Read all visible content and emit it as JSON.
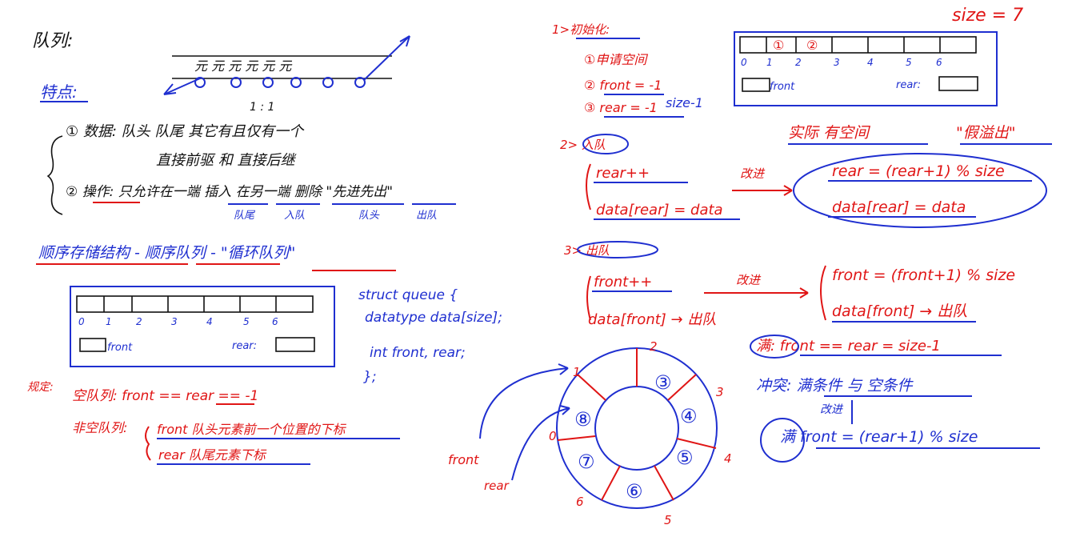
{
  "colors": {
    "blue": "#1f2fd0",
    "red": "#e01515",
    "black": "#111111"
  },
  "left": {
    "title": "队列:",
    "feature_label": "特点:",
    "ratio": "1 : 1",
    "data_item": "① 数据: 队头 队尾 其它有且仅有一个",
    "data_item2": "直接前驱 和 直接后继",
    "op_item": "② 操作: 只允许在一端 插入 在另一端 删除 \"先进先出\"",
    "op_sub1": "队尾",
    "op_sub2": "入队",
    "op_sub3": "队头",
    "op_sub4": "出队",
    "sequence_title": "顺序存储结构 - 顺序队列 - \"循环队列\"",
    "struct_lines": [
      "struct queue {",
      "datatype data[size];",
      "int front, rear;",
      "};"
    ],
    "array_indices": [
      "0",
      "1",
      "2",
      "3",
      "4",
      "5",
      "6"
    ],
    "front_label": "front",
    "rear_label": "rear:",
    "rule_title": "规定:",
    "empty_rule": "空队列: front == rear == -1",
    "nonempty_rule": "非空队列:",
    "nonempty_front": "front 队头元素前一个位置的下标",
    "nonempty_rear": "rear 队尾元素下标"
  },
  "top_right": {
    "size_label": "size = 7",
    "init_title": "1>初始化:",
    "init_steps": [
      "①申请空间",
      "② front = -1",
      "③ rear = -1"
    ],
    "array_indices": [
      "0",
      "1",
      "2",
      "3",
      "4",
      "5",
      "6"
    ],
    "cells": [
      "①",
      "②"
    ],
    "front_label": "front",
    "rear_label": "rear:",
    "size_minus": "size-1",
    "enqueue_title": "2> 入队",
    "enqueue_steps": [
      "rear++",
      "data[rear] = data"
    ],
    "improve_label": "改进",
    "enqueue_improved": [
      "rear = (rear+1) % size",
      "data[rear] = data"
    ],
    "fake_overflow_a": "实际 有空间",
    "fake_overflow_b": "\"假溢出\"",
    "dequeue_title": "3> 出队",
    "dequeue_steps": [
      "front++",
      "data[front] → 出队"
    ],
    "dequeue_improved": [
      "front = (front+1) % size",
      "data[front] → 出队"
    ],
    "full_cond": "满: front == rear = size-1",
    "conflict": "冲突: 满条件 与 空条件",
    "conflict_sub": "改进",
    "full_new": "满 front = (rear+1) % size"
  },
  "ring": {
    "outer_labels": [
      "0",
      "1",
      "2",
      "3",
      "4",
      "5",
      "6"
    ],
    "cells": [
      "⑧",
      "③",
      "④",
      "⑤",
      "⑥",
      "⑦"
    ],
    "front_label": "front",
    "rear_label": "rear"
  }
}
